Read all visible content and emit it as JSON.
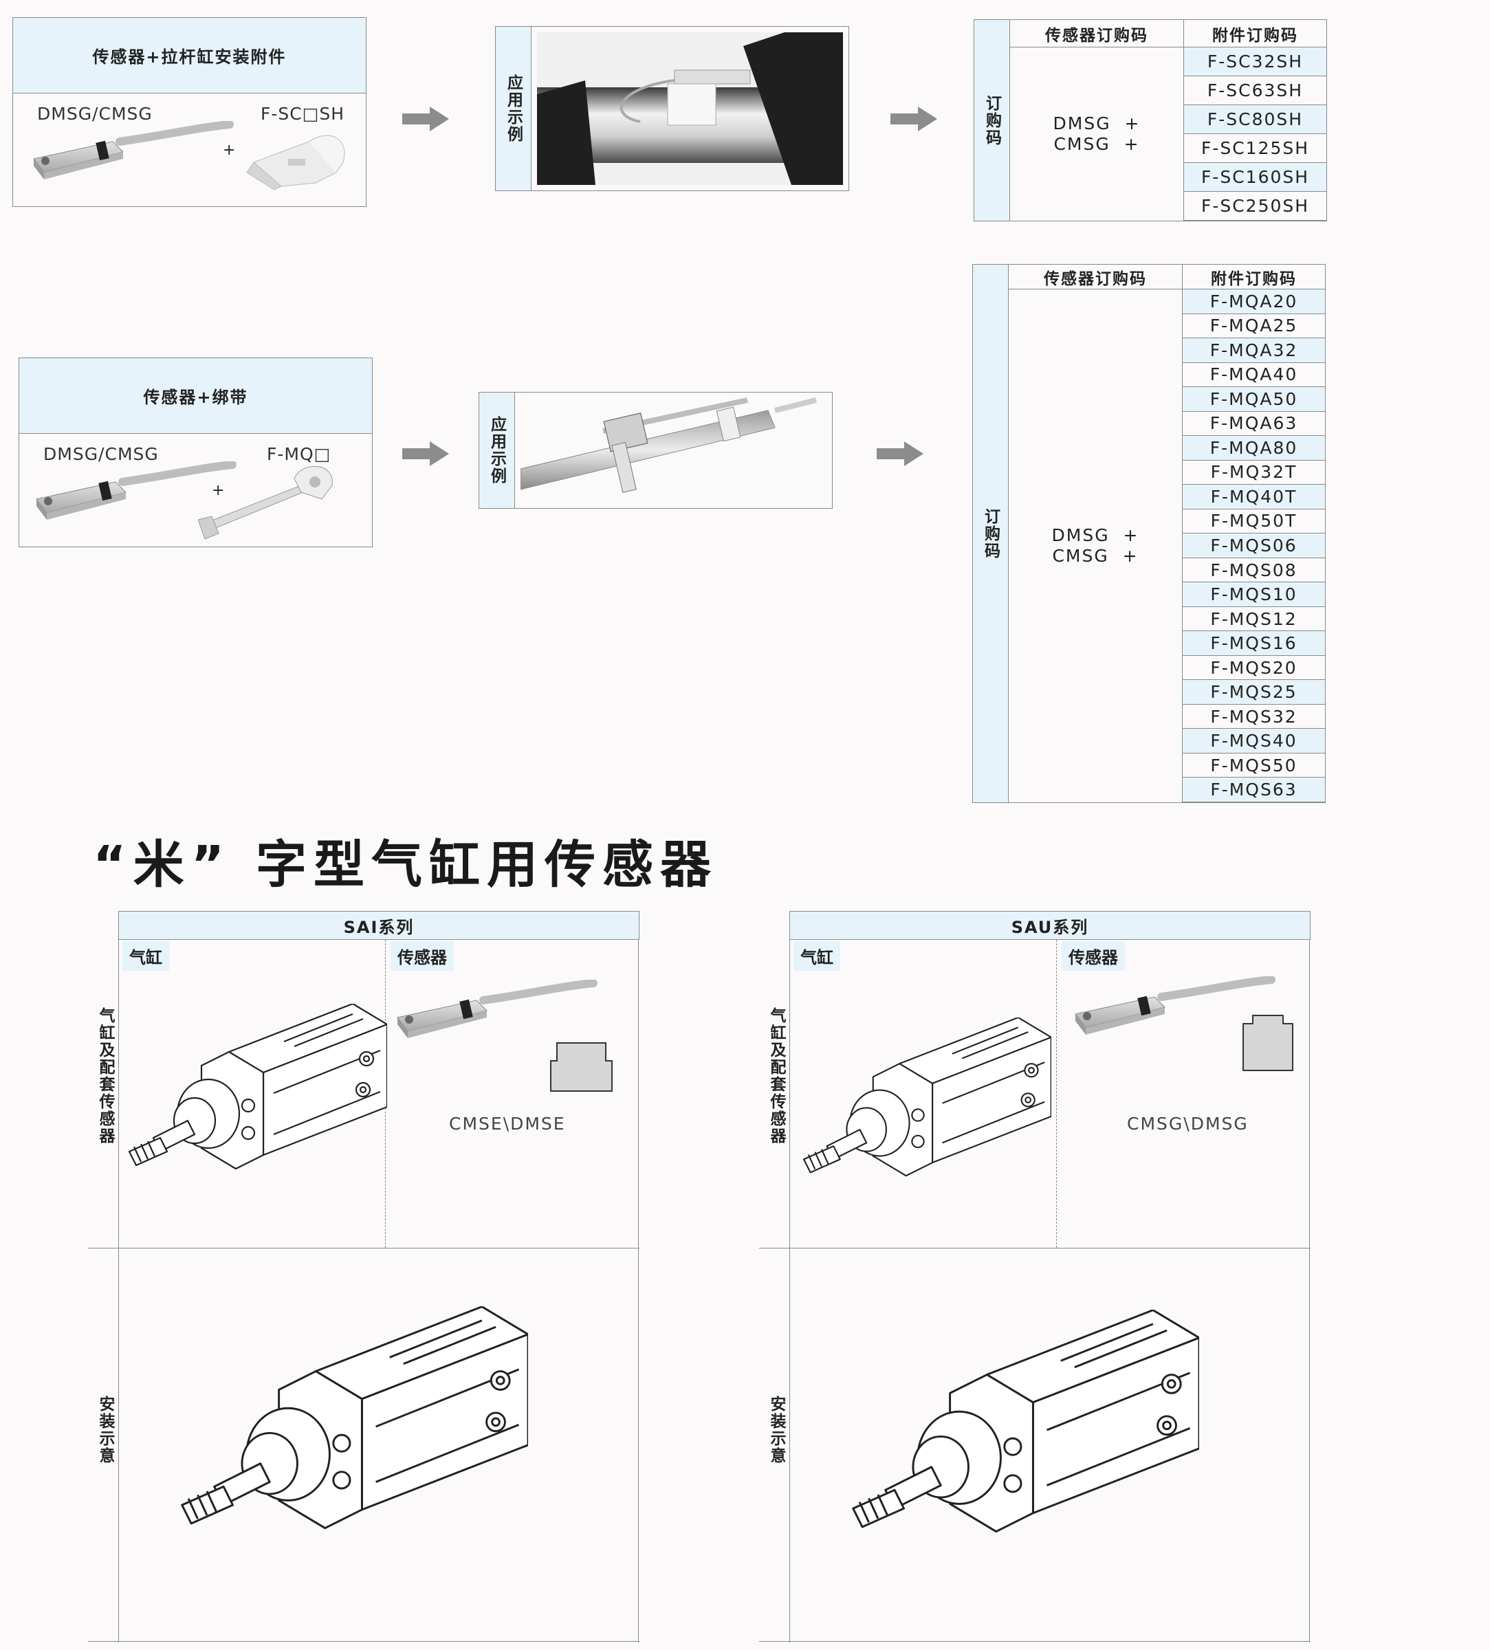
{
  "section1": {
    "kit_title": "传感器+拉杆缸安装附件",
    "sensor_label": "DMSG/CMSG",
    "accessory_label": "F-SC□SH",
    "plus": "+",
    "example_label": "应用示例",
    "order": {
      "side_label": "订购码",
      "col_sensor": "传感器订购码",
      "col_accessory": "附件订购码",
      "sensor_line1": "DMSG  +",
      "sensor_line2": "CMSG  +",
      "accessories": [
        "F-SC32SH",
        "F-SC63SH",
        "F-SC80SH",
        "F-SC125SH",
        "F-SC160SH",
        "F-SC250SH"
      ]
    }
  },
  "section2": {
    "kit_title": "传感器+绑带",
    "sensor_label": "DMSG/CMSG",
    "accessory_label": "F-MQ□",
    "plus": "+",
    "example_label": "应用示例",
    "order": {
      "side_label": "订购码",
      "col_sensor": "传感器订购码",
      "col_accessory": "附件订购码",
      "sensor_line1": "DMSG  +",
      "sensor_line2": "CMSG  +",
      "accessories": [
        "F-MQA20",
        "F-MQA25",
        "F-MQA32",
        "F-MQA40",
        "F-MQA50",
        "F-MQA63",
        "F-MQA80",
        "F-MQ32T",
        "F-MQ40T",
        "F-MQ50T",
        "F-MQS06",
        "F-MQS08",
        "F-MQS10",
        "F-MQS12",
        "F-MQS16",
        "F-MQS20",
        "F-MQS25",
        "F-MQS32",
        "F-MQS40",
        "F-MQS50",
        "F-MQS63"
      ]
    }
  },
  "heading": "“米” 字型气缸用传感器",
  "series": [
    {
      "name": "SAI系列",
      "cylinder_tag": "气缸",
      "sensor_tag": "传感器",
      "row1_label": "气缸及配套传感器",
      "row2_label": "安装示意",
      "sensor_model": "CMSE\\DMSE"
    },
    {
      "name": "SAU系列",
      "cylinder_tag": "气缸",
      "sensor_tag": "传感器",
      "row1_label": "气缸及配套传感器",
      "row2_label": "安装示意",
      "sensor_model": "CMSG\\DMSG"
    }
  ]
}
